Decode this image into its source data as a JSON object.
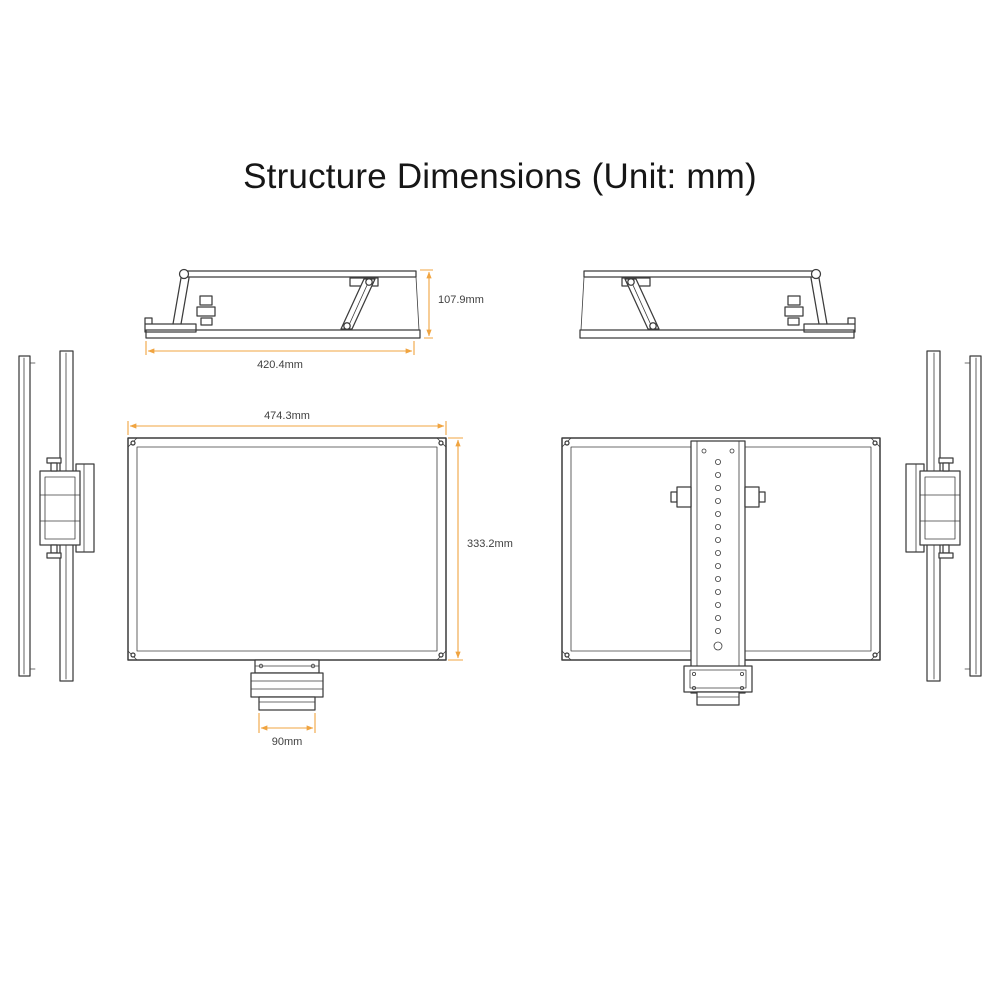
{
  "title": "Structure Dimensions (Unit: mm)",
  "colors": {
    "outline": "#3c3c3c",
    "dimension": "#f0a440",
    "label": "#3f3f3f",
    "background": "#ffffff"
  },
  "dimensions": {
    "riser_height": "107.9mm",
    "riser_width": "420.4mm",
    "front_width": "474.3mm",
    "front_height": "333.2mm",
    "bracket_width": "90mm"
  }
}
